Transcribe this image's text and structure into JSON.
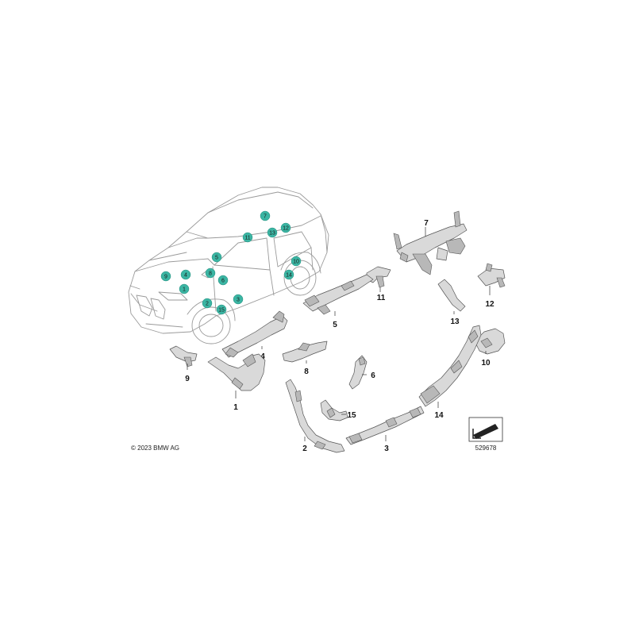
{
  "copyright": "© 2023 BMW AG",
  "diagram_id": "529678",
  "marker_color": "#3bb5a3",
  "car_markers": [
    {
      "id": "m7",
      "label": "7"
    },
    {
      "id": "m11",
      "label": "11"
    },
    {
      "id": "m13",
      "label": "13"
    },
    {
      "id": "m12",
      "label": "12"
    },
    {
      "id": "m5",
      "label": "5"
    },
    {
      "id": "m10",
      "label": "10"
    },
    {
      "id": "m9",
      "label": "9"
    },
    {
      "id": "m4",
      "label": "4"
    },
    {
      "id": "m8",
      "label": "8"
    },
    {
      "id": "m6",
      "label": "6"
    },
    {
      "id": "m14",
      "label": "14"
    },
    {
      "id": "m1",
      "label": "1"
    },
    {
      "id": "m3",
      "label": "3"
    },
    {
      "id": "m2",
      "label": "2"
    },
    {
      "id": "m15",
      "label": "15"
    }
  ],
  "part_labels": [
    {
      "id": "p1",
      "label": "1"
    },
    {
      "id": "p2",
      "label": "2"
    },
    {
      "id": "p3",
      "label": "3"
    },
    {
      "id": "p4",
      "label": "4"
    },
    {
      "id": "p5",
      "label": "5"
    },
    {
      "id": "p6",
      "label": "6"
    },
    {
      "id": "p7",
      "label": "7"
    },
    {
      "id": "p8",
      "label": "8"
    },
    {
      "id": "p9",
      "label": "9"
    },
    {
      "id": "p10",
      "label": "10"
    },
    {
      "id": "p11",
      "label": "11"
    },
    {
      "id": "p12",
      "label": "12"
    },
    {
      "id": "p13",
      "label": "13"
    },
    {
      "id": "p14",
      "label": "14"
    },
    {
      "id": "p15",
      "label": "15"
    }
  ]
}
